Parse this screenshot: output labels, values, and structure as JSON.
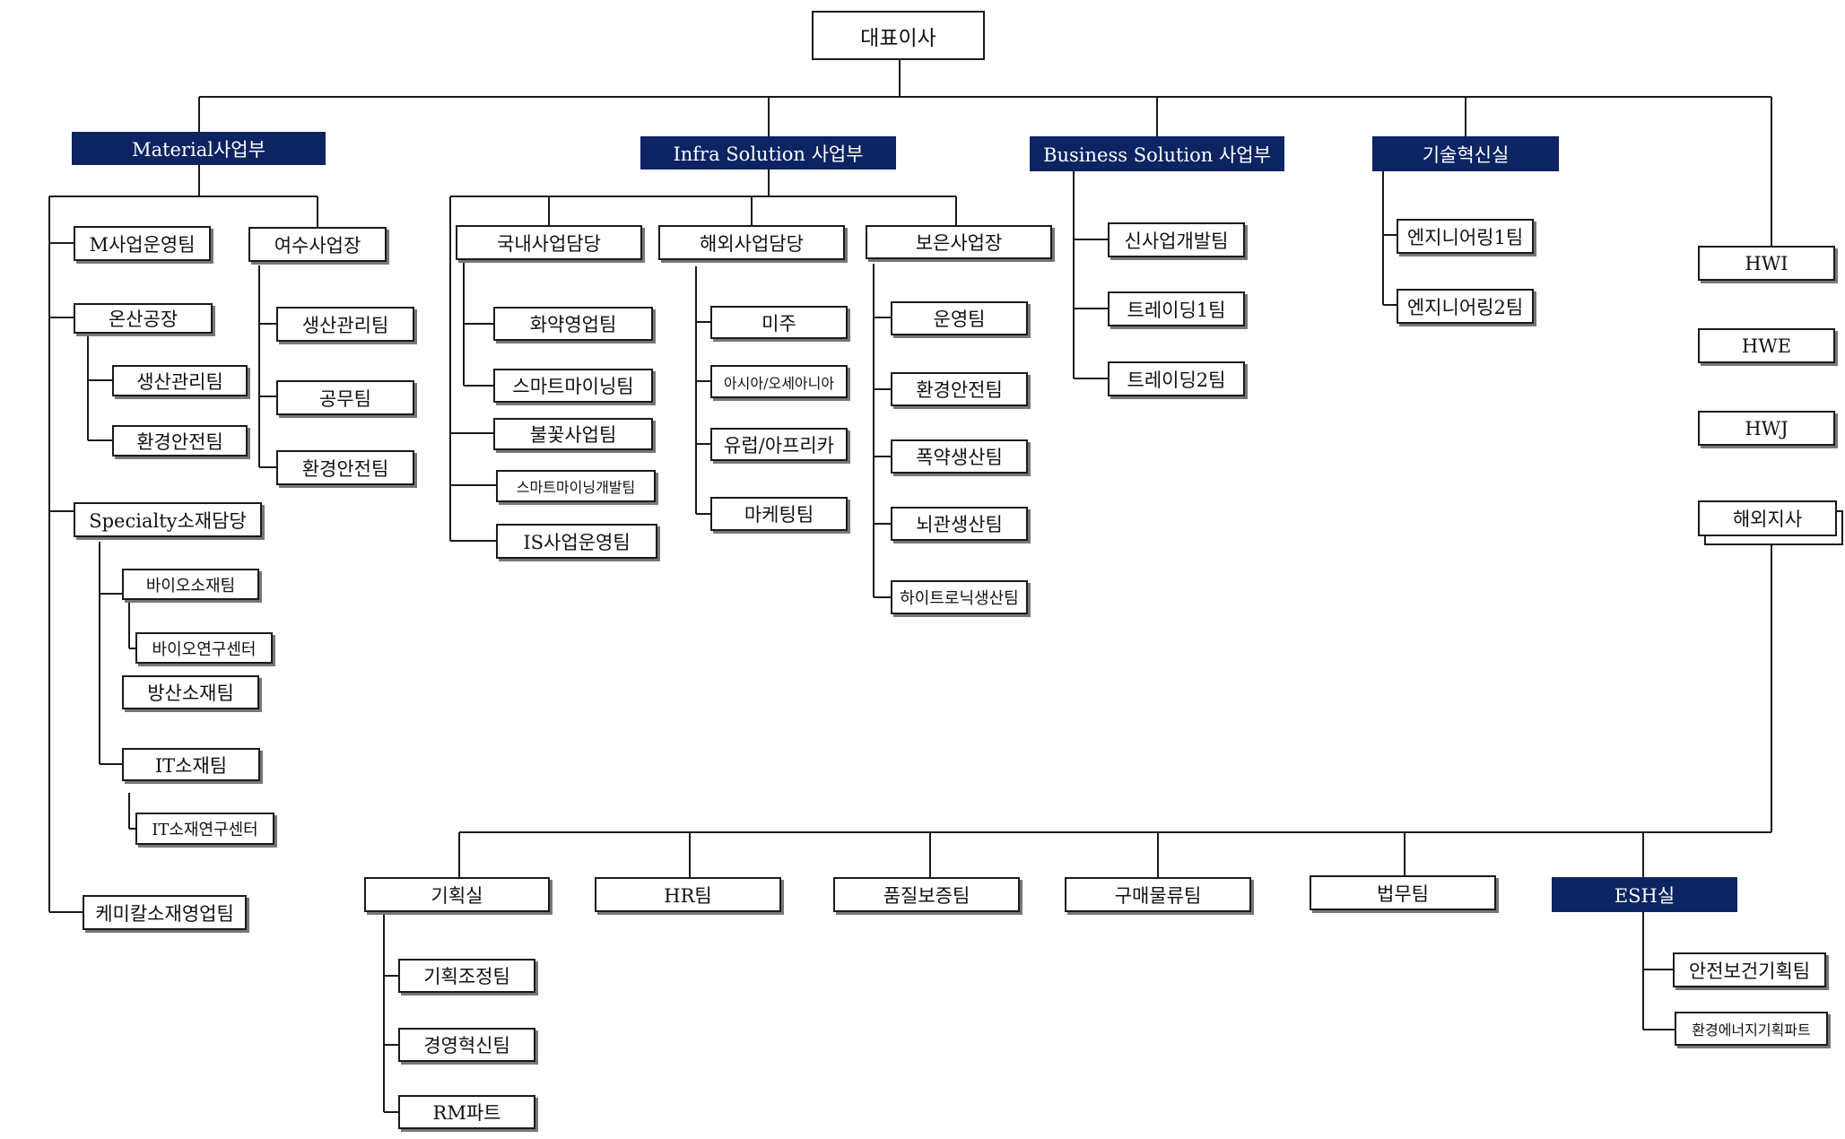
{
  "ceo": "대표이사",
  "material": {
    "head": "Material사업부",
    "m_ops": "M사업운영팀",
    "onsan": "온산공장",
    "onsan_prod": "생산관리팀",
    "onsan_env": "환경안전팀",
    "yeosu": "여수사업장",
    "yeosu_prod": "생산관리팀",
    "yeosu_works": "공무팀",
    "yeosu_env": "환경안전팀",
    "specialty": "Specialty소재담당",
    "bio": "바이오소재팀",
    "bio_lab": "바이오연구센터",
    "defense": "방산소재팀",
    "it": "IT소재팀",
    "it_lab": "IT소재연구센터",
    "chemical": "케미칼소재영업팀"
  },
  "infra": {
    "head": "Infra Solution 사업부",
    "domestic": "국내사업담당",
    "explosives_sales": "화약영업팀",
    "smart_mining": "스마트마이닝팀",
    "fireworks": "불꽃사업팀",
    "smart_mining_dev": "스마트마이닝개발팀",
    "is_ops": "IS사업운영팀",
    "overseas": "해외사업담당",
    "americas": "미주",
    "asia_oceania": "아시아/오세아니아",
    "europe_africa": "유럽/아프리카",
    "marketing": "마케팅팀",
    "boeun": "보은사업장",
    "operations": "운영팀",
    "env_safety": "환경안전팀",
    "explosives_prod": "폭약생산팀",
    "detonator_prod": "뇌관생산팀",
    "hitronic_prod": "하이트로닉생산팀"
  },
  "business": {
    "head": "Business Solution 사업부",
    "new_biz": "신사업개발팀",
    "trading1": "트레이딩1팀",
    "trading2": "트레이딩2팀"
  },
  "tech": {
    "head": "기술혁신실",
    "eng1": "엔지니어링1팀",
    "eng2": "엔지니어링2팀"
  },
  "subsidiaries": {
    "hwi": "HWI",
    "hwe": "HWE",
    "hwj": "HWJ",
    "overseas_branch": "해외지사"
  },
  "staff": {
    "planning": "기획실",
    "planning_coord": "기획조정팀",
    "mgmt_innovation": "경영혁신팀",
    "rm_part": "RM파트",
    "hr": "HR팀",
    "quality": "품질보증팀",
    "purchasing": "구매물류팀",
    "legal": "법무팀",
    "esh": "ESH실",
    "safety_health": "안전보건기획팀",
    "env_energy": "환경에너지기획파트"
  },
  "colors": {
    "header_fill": "#0c2461",
    "line": "#1a1a1a"
  }
}
